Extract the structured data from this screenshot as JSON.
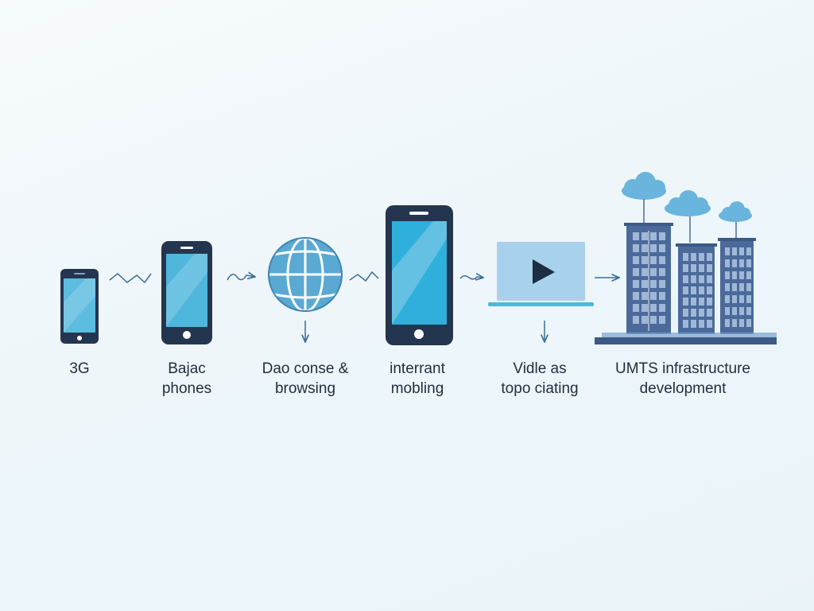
{
  "colors": {
    "dark": "#24364f",
    "screen": "#4fb6dc",
    "screen_light": "#8fd0ea",
    "globe": "#5aa9d3",
    "laptop": "#a8d2ec",
    "building": "#4b6a9a",
    "building_window": "#7a98c2",
    "cloud": "#6ab5dd",
    "arrow": "#3b6e96",
    "text": "#1f2e3d"
  },
  "stages": [
    {
      "id": "3g",
      "icon": "small-phone-icon",
      "lines": [
        "3G"
      ]
    },
    {
      "id": "basic-phones",
      "icon": "phone-icon",
      "lines": [
        "Bajac",
        "phones"
      ]
    },
    {
      "id": "data-browsing",
      "icon": "globe-icon",
      "lines": [
        "Dao conse &",
        "browsing"
      ]
    },
    {
      "id": "internet-mobiling",
      "icon": "large-phone-icon",
      "lines": [
        "interrant",
        "mobling"
      ]
    },
    {
      "id": "video-streaming",
      "icon": "laptop-play-icon",
      "lines": [
        "Vidle as",
        "topo ciating"
      ]
    },
    {
      "id": "umts-infrastructure",
      "icon": "city-buildings-icon",
      "lines": [
        "UMTS infrastructure",
        "development"
      ]
    }
  ]
}
